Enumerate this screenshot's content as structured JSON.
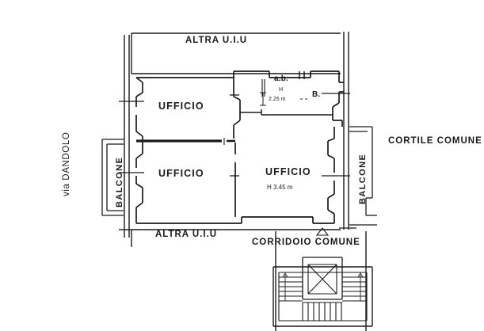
{
  "document": {
    "kind": "floor-plan",
    "title": "Planimetria catastale"
  },
  "labels": {
    "street": "via DANDOLO",
    "altra_uiu_top": "ALTRA U.I.U",
    "altra_uiu_bottom": "ALTRA U.I.U",
    "cortile_comune": "CORTILE COMUNE",
    "corridoio_comune": "CORRIDOIO COMUNE",
    "balcone_left": "BALCONE",
    "balcone_right": "BALCONE",
    "ufficio_top": "UFFICIO",
    "ufficio_bottom": "UFFICIO",
    "ufficio_right": "UFFICIO",
    "ufficio_right_height": "H 3.45 m",
    "antibagno": "a.b.",
    "antibagno_height_letter": "H",
    "antibagno_height_value": "2.25 m",
    "bagno": "B."
  },
  "rooms": [
    {
      "id": "ufficio-1",
      "name": "UFFICIO",
      "height_m": null
    },
    {
      "id": "ufficio-2",
      "name": "UFFICIO",
      "height_m": null
    },
    {
      "id": "ufficio-3",
      "name": "UFFICIO",
      "height_m": "3.45"
    },
    {
      "id": "antibagno",
      "name": "a.b.",
      "height_m": "2.25"
    },
    {
      "id": "bagno",
      "name": "B.",
      "height_m": null
    },
    {
      "id": "balcone-ovest",
      "name": "BALCONE",
      "height_m": null
    },
    {
      "id": "balcone-est",
      "name": "BALCONE",
      "height_m": null
    }
  ],
  "adjacencies": [
    {
      "side": "ovest",
      "name": "via DANDOLO"
    },
    {
      "side": "nord",
      "name": "ALTRA U.I.U"
    },
    {
      "side": "sud",
      "name": "ALTRA U.I.U"
    },
    {
      "side": "est",
      "name": "CORTILE COMUNE"
    },
    {
      "side": "sud-est",
      "name": "CORRIDOIO COMUNE"
    }
  ],
  "colors": {
    "line": "#1a1a1a",
    "background": "#ffffff",
    "text": "#1a1a1a"
  }
}
